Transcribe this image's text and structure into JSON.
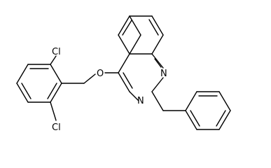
{
  "molecule": {
    "atoms": {
      "cl_top": "Cl",
      "cl_bottom": "Cl",
      "o": "O",
      "n_ring_right": "N",
      "n_ring_bottom": "N"
    }
  }
}
